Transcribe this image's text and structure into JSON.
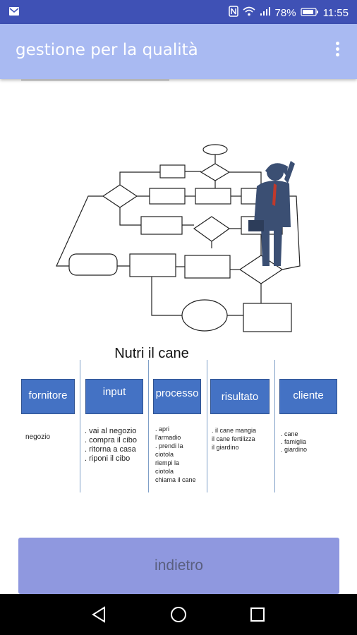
{
  "status_bar": {
    "battery_percent": "78%",
    "time": "11:55",
    "icons": [
      "email-icon",
      "nfc-icon",
      "wifi-icon",
      "signal-icon",
      "battery-icon"
    ]
  },
  "app_bar": {
    "title": "gestione per la qualità",
    "menu_icon": "overflow-menu-icon"
  },
  "diagram": {
    "title": "Nutri il cane"
  },
  "table": {
    "columns": [
      {
        "header": "fornitore",
        "items": [
          "negozio"
        ]
      },
      {
        "header": "input",
        "items": [
          ". vai al negozio",
          ". compra il cibo",
          ". ritorna a casa",
          ". riponi il cibo"
        ]
      },
      {
        "header": "processo",
        "items": [
          ". apri",
          "l'armadio",
          ". prendi la",
          "ciotola",
          "riempi la",
          "ciotola",
          "chiama il cane"
        ]
      },
      {
        "header": "risultato",
        "items": [
          ". il cane mangia",
          "il cane fertilizza",
          "il giardino"
        ]
      },
      {
        "header": "cliente",
        "items": [
          ". cane",
          ". famiglia",
          ". giardino"
        ]
      }
    ]
  },
  "back_button": {
    "label": "indietro"
  },
  "nav_bar": {
    "icons": [
      "back-icon",
      "home-icon",
      "recents-icon"
    ]
  },
  "colors": {
    "status_bar": "#3f51b5",
    "app_bar": "#a9baf2",
    "column_header": "#4472c4",
    "button": "#8f98df",
    "figure": "#3b4f73"
  }
}
